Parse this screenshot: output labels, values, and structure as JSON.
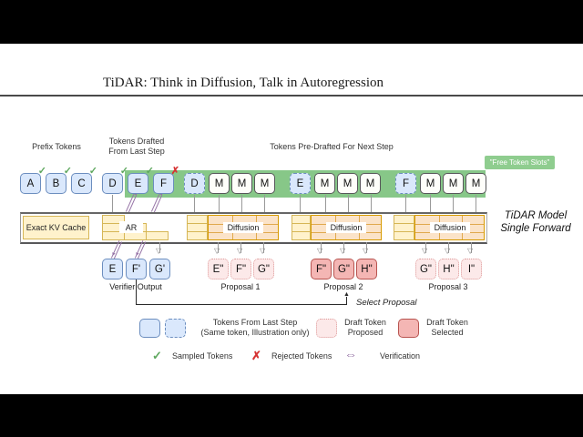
{
  "header": {
    "title": "TiDAR: Think in Diffusion, Talk in Autoregression",
    "prefix_label": "Prefix Tokens",
    "drafted_label_line1": "Tokens Drafted",
    "drafted_label_line2": "From Last Step",
    "predrafted_label": "Tokens Pre-Drafted For Next Step",
    "free_token_slots": "\"Free Token Slots\""
  },
  "tokens": {
    "prefix": [
      "A",
      "B",
      "C"
    ],
    "drafted": [
      "D",
      "E",
      "F"
    ],
    "groups": [
      {
        "draft": "D",
        "m": [
          "M",
          "M",
          "M"
        ]
      },
      {
        "draft": "E",
        "m": [
          "M",
          "M",
          "M"
        ]
      },
      {
        "draft": "F",
        "m": [
          "M",
          "M",
          "M"
        ]
      }
    ]
  },
  "model": {
    "kv_cache": "Exact KV Cache",
    "ar_label": "AR",
    "diffusion_label": "Diffusion",
    "name_line1": "TiDAR Model",
    "name_line2": "Single Forward"
  },
  "outputs": {
    "verifier_label": "Verifier Output",
    "verifier": [
      "E",
      "F'",
      "G'"
    ],
    "proposal1_label": "Proposal 1",
    "proposal1": [
      "E\"",
      "F\"",
      "G\""
    ],
    "proposal2_label": "Proposal 2",
    "proposal2": [
      "F\"",
      "G\"",
      "H\""
    ],
    "proposal3_label": "Proposal 3",
    "proposal3": [
      "G\"",
      "H\"",
      "I\""
    ],
    "select_proposal": "Select Proposal"
  },
  "legend": {
    "last_step_line1": "Tokens From Last Step",
    "last_step_line2": "(Same token, Illustration only)",
    "proposed_line1": "Draft Token",
    "proposed_line2": "Proposed",
    "selected_line1": "Draft Token",
    "selected_line2": "Selected",
    "sampled": "Sampled Tokens",
    "rejected": "Rejected Tokens",
    "verification": "Verification"
  },
  "icons": {
    "check": "✓",
    "cross": "✗",
    "open_triangle_down": "▽",
    "triangle_down": "▼",
    "triangle_up": "▲",
    "double_arrow": "⇔"
  },
  "colors": {
    "band_green": "#87C788",
    "free_slots_green": "#8FCD8F",
    "token_blue_fill": "#DAE8FC",
    "token_blue_stroke": "#6C8EBF",
    "mask_token_fill": "#FEFEFA",
    "draft_proposed_fill": "#FCE9E9",
    "draft_proposed_stroke": "#DE9B9B",
    "draft_selected_fill": "#F4B6B4",
    "draft_selected_stroke": "#B85450",
    "kv_yellow_fill": "#FFF2CC",
    "kv_yellow_stroke": "#D6B656",
    "diffusion_fill": "#FBE3C8",
    "diffusion_stroke": "#D79B00",
    "verify_purple": "#9673A6",
    "check_green": "#5FA85F",
    "reject_red": "#D63333"
  }
}
